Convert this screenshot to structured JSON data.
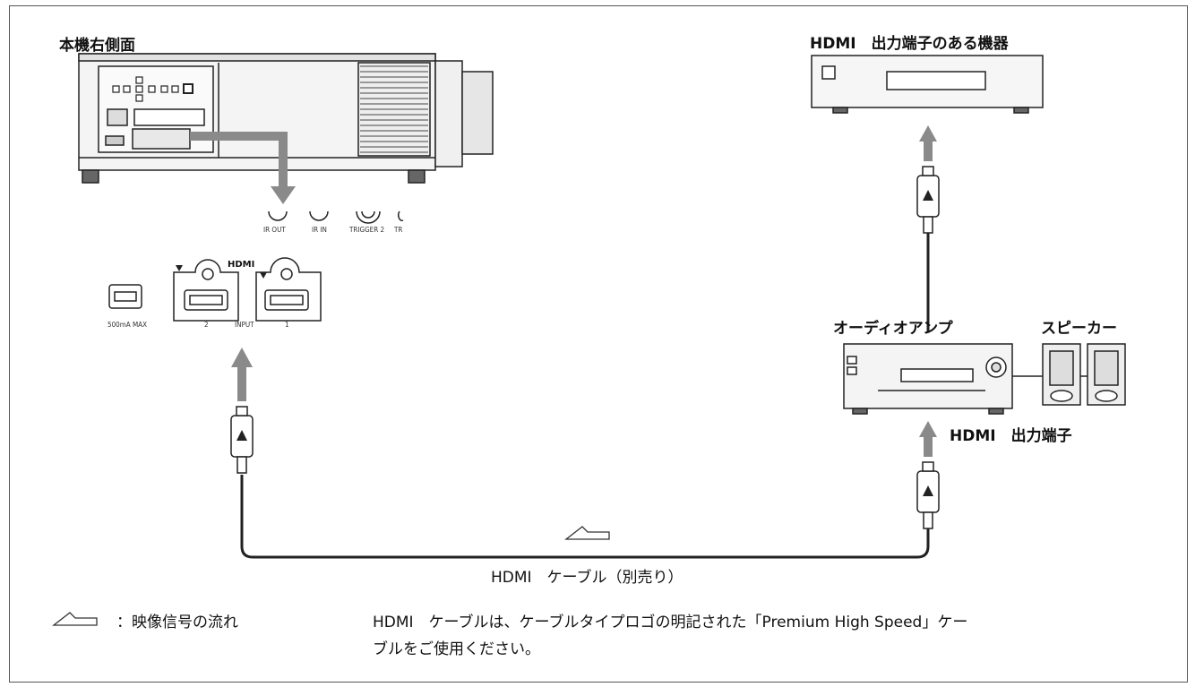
{
  "labels": {
    "projector_side": "本機右側面",
    "source_device": "HDMI　出力端子のある機器",
    "av_amp": "オーディオアンプ",
    "speakers": "スピーカー",
    "amp_hdmi_out": "HDMI　出力端子",
    "cable": "HDMI　ケーブル（別売り）",
    "legend": "：映像信号の流れ",
    "note_line1": "HDMI　ケーブルは、ケーブルタイプロゴの明記された「Premium High Speed」ケー",
    "note_line2": "ブルをご使用ください。"
  },
  "panel": {
    "ir_out": "IR OUT",
    "ir_in": "IR IN",
    "trigger2": "TRIGGER 2",
    "trigger_cut": "TR",
    "hdmi_logo": "HDMI",
    "usb_label": "500mA MAX",
    "port2": "2",
    "input": "INPUT",
    "port1": "1"
  },
  "colors": {
    "arrow": "#7a7a7a",
    "line": "#222222",
    "border": "#555555"
  }
}
